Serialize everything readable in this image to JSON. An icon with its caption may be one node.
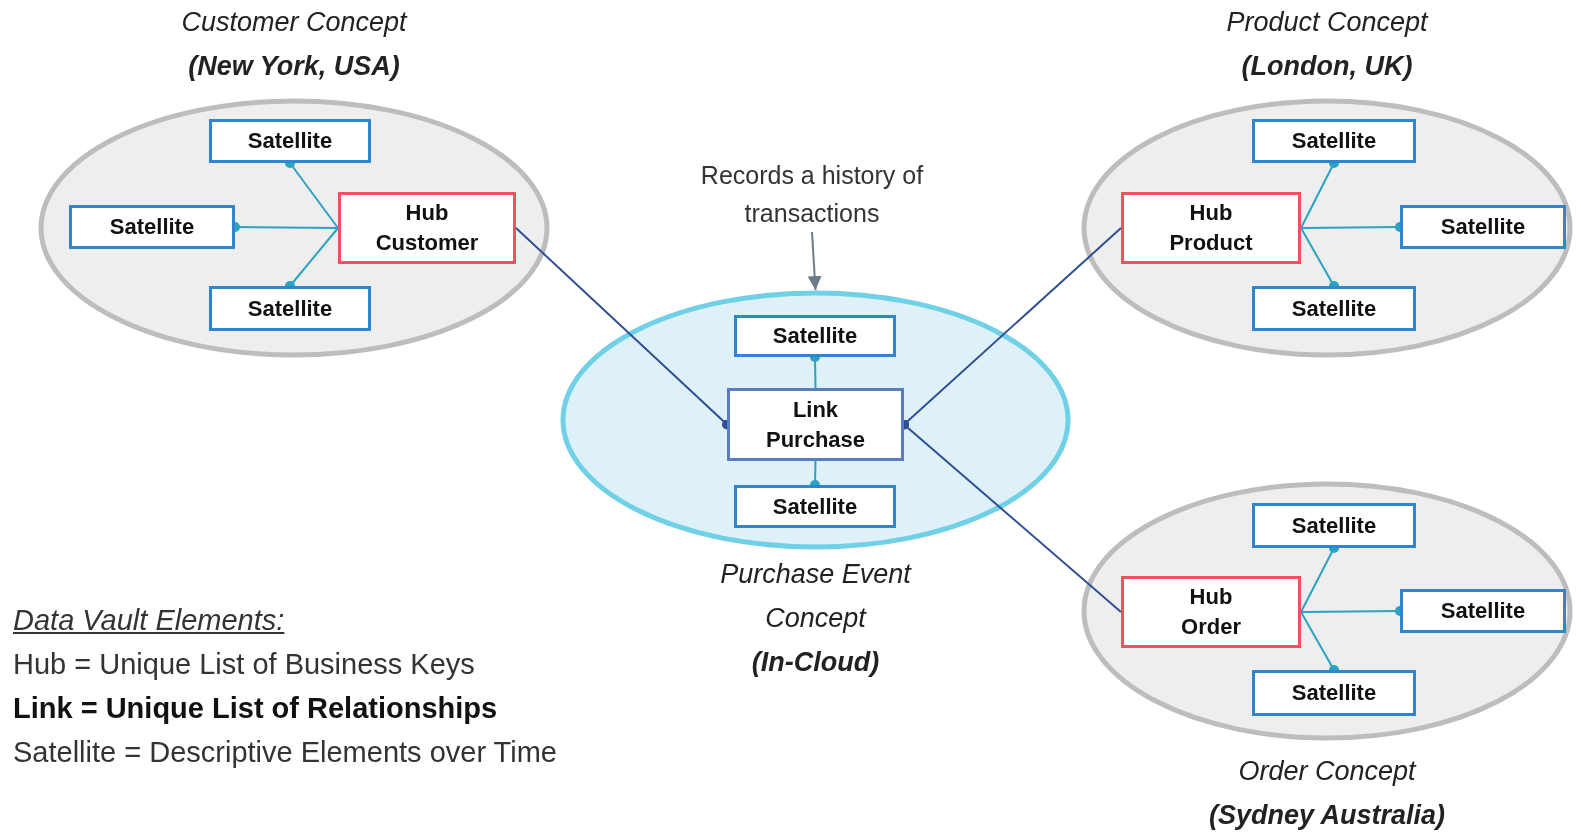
{
  "diagram": {
    "nodes": [
      {
        "text": [
          "Customer Concept",
          "(New York, USA)"
        ]
      },
      {
        "text": [
          "Satellite"
        ],
        "in": 0
      },
      {
        "text": [
          "Satellite"
        ],
        "in": 0
      },
      {
        "text": [
          "Hub",
          "Customer"
        ],
        "in": 0
      },
      {
        "text": [
          "Satellite"
        ],
        "in": 0
      },
      {
        "text": [
          "Product Concept",
          "(London, UK)"
        ]
      },
      {
        "text": [
          "Satellite"
        ],
        "in": 5
      },
      {
        "text": [
          "Hub",
          "Product"
        ],
        "in": 5
      },
      {
        "text": [
          "Satellite"
        ],
        "in": 5
      },
      {
        "text": [
          "Satellite"
        ],
        "in": 5
      },
      {
        "text": [
          "Purchase Event Concept",
          "(In-Cloud)"
        ]
      },
      {
        "text": [
          "Satellite"
        ],
        "in": 10
      },
      {
        "text": [
          "Link",
          "Purchase"
        ],
        "in": 10
      },
      {
        "text": [
          "Satellite"
        ],
        "in": 10
      },
      {
        "text": [
          "Order Concept",
          "(Sydney Australia)"
        ]
      },
      {
        "text": [
          "Satellite"
        ],
        "in": 14
      },
      {
        "text": [
          "Hub",
          "Order"
        ],
        "in": 14
      },
      {
        "text": [
          "Satellite"
        ],
        "in": 14
      },
      {
        "text": [
          "Satellite"
        ],
        "in": 14
      },
      {
        "text": [
          "Records a history of transactions"
        ]
      }
    ],
    "edges": [
      {
        "from": 3,
        "to": 1,
        "arrow": "other"
      },
      {
        "from": 3,
        "to": 2,
        "arrow": "other"
      },
      {
        "from": 3,
        "to": 4,
        "arrow": "other"
      },
      {
        "from": 7,
        "to": 6,
        "arrow": "other"
      },
      {
        "from": 7,
        "to": 8,
        "arrow": "other"
      },
      {
        "from": 7,
        "to": 9,
        "arrow": "other"
      },
      {
        "from": 12,
        "to": 11,
        "arrow": "other"
      },
      {
        "from": 12,
        "to": 13,
        "arrow": "other"
      },
      {
        "from": 16,
        "to": 15,
        "arrow": "other"
      },
      {
        "from": 16,
        "to": 17,
        "arrow": "other"
      },
      {
        "from": 16,
        "to": 18,
        "arrow": "other"
      },
      {
        "from": 3,
        "to": 12,
        "arrow": "other",
        "color": "#2e4f94"
      },
      {
        "from": 7,
        "to": 12,
        "arrow": "other",
        "color": "#2e4f94"
      },
      {
        "from": 16,
        "to": 12,
        "arrow": "other",
        "color": "#2e4f94"
      },
      {
        "from": 19,
        "to": 10,
        "arrow": "to",
        "color": "#6b7b8c"
      }
    ],
    "labels": [
      "Data Vault Elements:",
      "Hub = Unique List of Business Keys",
      "Link = Unique List of Relationships",
      "Satellite = Descriptive Elements over Time"
    ]
  }
}
